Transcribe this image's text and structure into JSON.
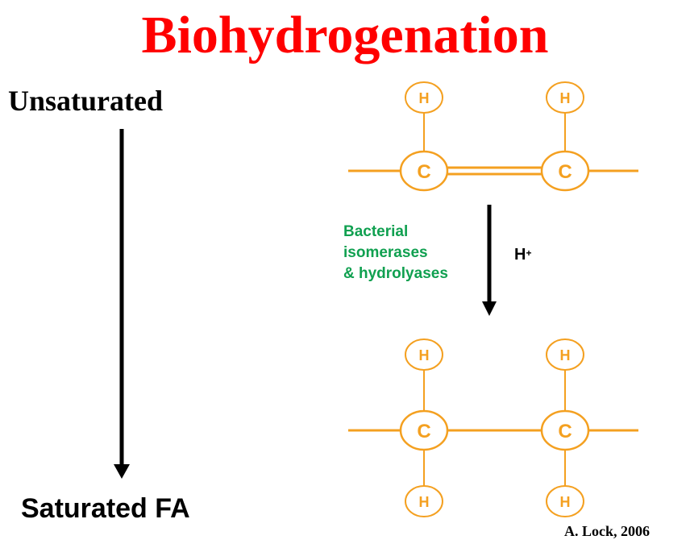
{
  "title": "Biohydrogenation",
  "left_labels": {
    "top": "Unsaturated",
    "bottom": "Saturated FA"
  },
  "reaction": {
    "enzymes": [
      "Bacterial",
      "isomerases",
      "& hydrolyases"
    ],
    "reagent": "H",
    "reagent_charge": "+"
  },
  "molecules": {
    "unsaturated": {
      "hydrogen_symbol": "H",
      "carbon_symbol": "C",
      "bond_between_carbons": "double"
    },
    "saturated": {
      "hydrogen_symbol": "H",
      "carbon_symbol": "C",
      "bond_between_carbons": "single"
    }
  },
  "credit": "A. Lock, 2006",
  "colors": {
    "title": "#ff0000",
    "molecule": "#f4a020",
    "enzymes": "#10a050",
    "text": "#000000",
    "arrow": "#000000"
  }
}
